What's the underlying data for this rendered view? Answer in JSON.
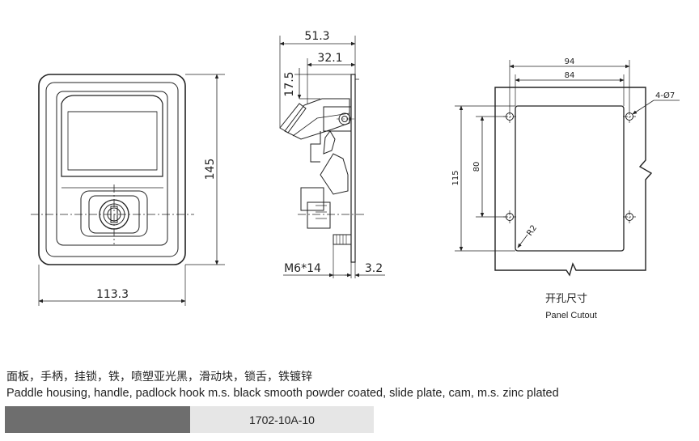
{
  "front_view": {
    "width_label": "113.3",
    "height_label": "145"
  },
  "side_view": {
    "depth_label": "51.3",
    "depth_inner_label": "32.1",
    "handle_offset_label": "17.5",
    "thread_label": "M6*14",
    "plate_label": "3.2"
  },
  "cutout": {
    "outer_width_label": "94",
    "inner_width_label": "84",
    "outer_height_label": "115",
    "inner_height_label": "80",
    "hole_label": "4-Ø7",
    "radius_label": "R2",
    "caption_cn": "开孔尺寸",
    "caption_en": "Panel Cutout"
  },
  "description": {
    "chinese": "面板，手柄，挂锁，铁，喷塑亚光黑，滑动块，锁舌，铁镀锌",
    "english": "Paddle housing, handle, padlock hook m.s. black smooth powder coated, slide plate, cam, m.s. zinc plated"
  },
  "model_number": "1702-10A-10"
}
